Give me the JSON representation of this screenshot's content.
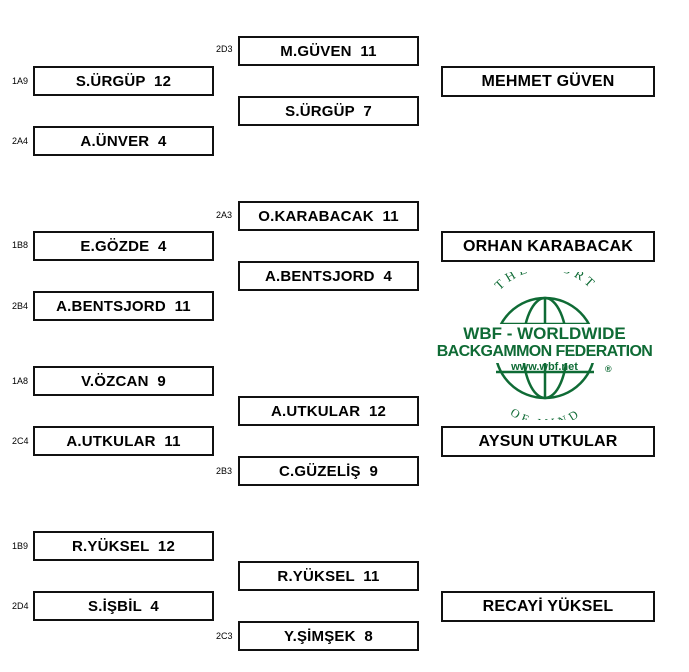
{
  "groups": [
    {
      "r1": [
        {
          "seed": "1A9",
          "text": "S.ÜRGÜP  12"
        },
        {
          "seed": "2A4",
          "text": "A.ÜNVER  4"
        }
      ],
      "r2": [
        {
          "seed": "2D3",
          "text": "M.GÜVEN  11"
        },
        {
          "seed": "",
          "text": "S.ÜRGÜP  7"
        }
      ],
      "winner": "MEHMET GÜVEN"
    },
    {
      "r1": [
        {
          "seed": "1B8",
          "text": "E.GÖZDE  4"
        },
        {
          "seed": "2B4",
          "text": "A.BENTSJORD  11"
        }
      ],
      "r2": [
        {
          "seed": "2A3",
          "text": "O.KARABACAK  11"
        },
        {
          "seed": "",
          "text": "A.BENTSJORD  4"
        }
      ],
      "winner": "ORHAN KARABACAK"
    },
    {
      "r1": [
        {
          "seed": "1A8",
          "text": "V.ÖZCAN  9"
        },
        {
          "seed": "2C4",
          "text": "A.UTKULAR  11"
        }
      ],
      "r2": [
        {
          "seed": "",
          "text": "A.UTKULAR  12"
        },
        {
          "seed": "2B3",
          "text": "C.GÜZELİŞ  9"
        }
      ],
      "winner": "AYSUN UTKULAR"
    },
    {
      "r1": [
        {
          "seed": "1B9",
          "text": "R.YÜKSEL  12"
        },
        {
          "seed": "2D4",
          "text": "S.İŞBİL  4"
        }
      ],
      "r2": [
        {
          "seed": "",
          "text": "R.YÜKSEL  11"
        },
        {
          "seed": "2C3",
          "text": "Y.ŞİMŞEK  8"
        }
      ],
      "winner": "RECAYİ YÜKSEL"
    }
  ],
  "logo": {
    "top_arc": "THE SPORT",
    "line1": "WBF - WORLDWIDE",
    "line2": "BACKGAMMON FEDERATION",
    "url": "www.wbf.net",
    "registered": "®",
    "bottom_arc": "OF MIND",
    "color": "#0f6b35"
  }
}
